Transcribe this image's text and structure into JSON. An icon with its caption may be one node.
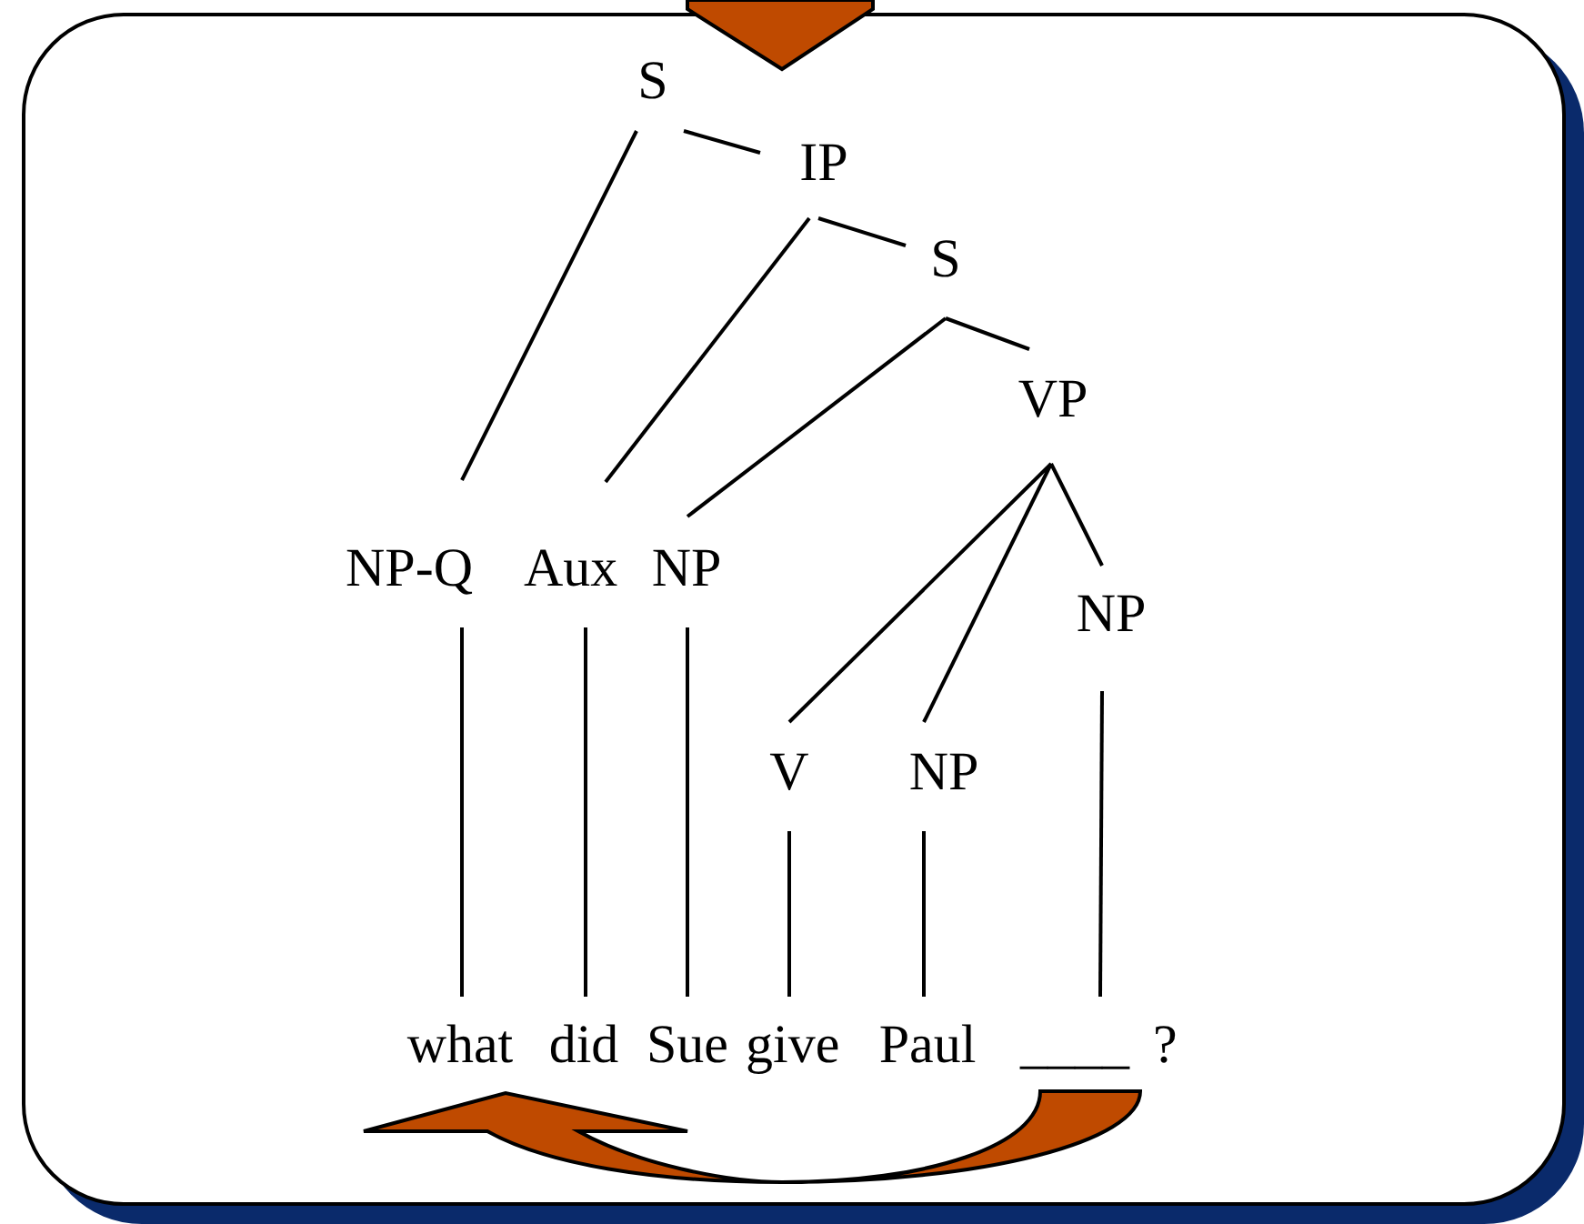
{
  "diagram": {
    "nodes": [
      {
        "text": [
          "S"
        ]
      },
      {
        "text": [
          "IP"
        ]
      },
      {
        "text": [
          "S"
        ]
      },
      {
        "text": [
          "VP"
        ]
      },
      {
        "text": [
          "NP-Q"
        ]
      },
      {
        "text": [
          "Aux"
        ]
      },
      {
        "text": [
          "NP"
        ]
      },
      {
        "text": [
          "NP"
        ]
      },
      {
        "text": [
          "V"
        ]
      },
      {
        "text": [
          "NP"
        ]
      },
      {
        "text": [
          "what"
        ]
      },
      {
        "text": [
          "did"
        ]
      },
      {
        "text": [
          "Sue"
        ]
      },
      {
        "text": [
          "give"
        ]
      },
      {
        "text": [
          "Paul"
        ]
      },
      {
        "text": [
          "____"
        ]
      }
    ],
    "edges": [
      {
        "from": 0,
        "to": 1,
        "arrow": "none"
      },
      {
        "from": 0,
        "to": 4,
        "arrow": "none"
      },
      {
        "from": 1,
        "to": 2,
        "arrow": "none"
      },
      {
        "from": 1,
        "to": 5,
        "arrow": "none"
      },
      {
        "from": 2,
        "to": 3,
        "arrow": "none"
      },
      {
        "from": 2,
        "to": 6,
        "arrow": "none"
      },
      {
        "from": 3,
        "to": 8,
        "arrow": "none"
      },
      {
        "from": 3,
        "to": 9,
        "arrow": "none"
      },
      {
        "from": 3,
        "to": 7,
        "arrow": "none"
      },
      {
        "from": 4,
        "to": 10,
        "arrow": "none"
      },
      {
        "from": 5,
        "to": 11,
        "arrow": "none"
      },
      {
        "from": 6,
        "to": 12,
        "arrow": "none"
      },
      {
        "from": 8,
        "to": 13,
        "arrow": "none"
      },
      {
        "from": 9,
        "to": 14,
        "arrow": "none"
      },
      {
        "from": 7,
        "to": 15,
        "arrow": "none"
      },
      {
        "from": 15,
        "to": 10,
        "arrow": "to",
        "style": "thick",
        "color": "#bf4a00"
      }
    ],
    "labels": [
      "?"
    ]
  }
}
